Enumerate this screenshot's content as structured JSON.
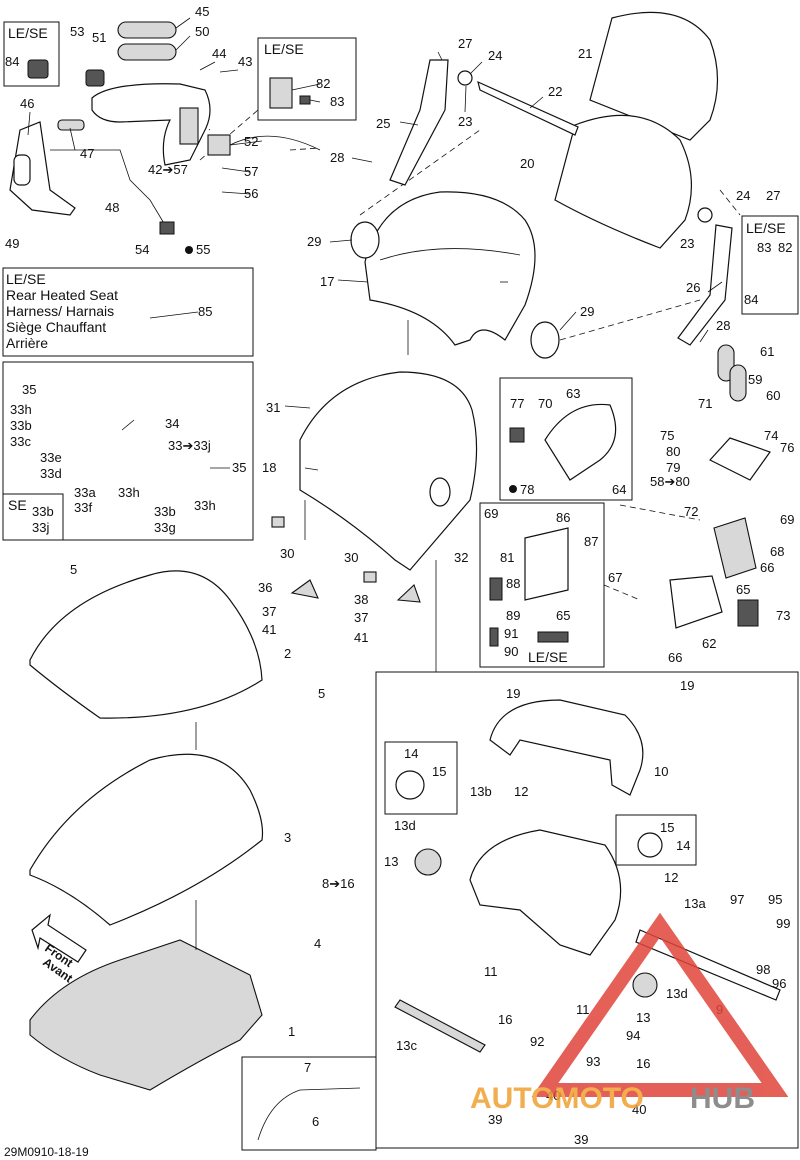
{
  "notes": {
    "le_se_a": "LE/SE",
    "le_se_b": "LE/SE",
    "le_se_c": "LE/SE",
    "le_se_d": "LE/SE",
    "harness_1": "LE/SE",
    "harness_2": "Rear Heated Seat",
    "harness_3": "Harness/ Harnais",
    "harness_4": "Siège Chauffant",
    "harness_5": "Arrière",
    "se": "SE",
    "front_en": "Front",
    "front_fr": "Avant",
    "diagram_code": "29M0910-18-19"
  },
  "watermark": {
    "part1": "AUTOMOTO",
    "part2": "HUB",
    "color1": "#f0a030",
    "color2": "#7a7a7a",
    "triangle_color": "#e0443a"
  },
  "callouts": [
    {
      "id": "c45",
      "text": "45"
    },
    {
      "id": "c50",
      "text": "50"
    },
    {
      "id": "c53",
      "text": "53"
    },
    {
      "id": "c51",
      "text": "51"
    },
    {
      "id": "c84a",
      "text": "84"
    },
    {
      "id": "c44",
      "text": "44"
    },
    {
      "id": "c43",
      "text": "43"
    },
    {
      "id": "c82a",
      "text": "82"
    },
    {
      "id": "c83a",
      "text": "83"
    },
    {
      "id": "c46",
      "text": "46"
    },
    {
      "id": "c47",
      "text": "47"
    },
    {
      "id": "c42",
      "text": "42➔57"
    },
    {
      "id": "c52",
      "text": "52"
    },
    {
      "id": "c57",
      "text": "57"
    },
    {
      "id": "c56",
      "text": "56"
    },
    {
      "id": "c48",
      "text": "48"
    },
    {
      "id": "c49",
      "text": "49"
    },
    {
      "id": "c54",
      "text": "54"
    },
    {
      "id": "c55",
      "text": "55"
    },
    {
      "id": "c27a",
      "text": "27"
    },
    {
      "id": "c24a",
      "text": "24"
    },
    {
      "id": "c21",
      "text": "21"
    },
    {
      "id": "c22",
      "text": "22"
    },
    {
      "id": "c23a",
      "text": "23"
    },
    {
      "id": "c25",
      "text": "25"
    },
    {
      "id": "c28a",
      "text": "28"
    },
    {
      "id": "c20",
      "text": "20"
    },
    {
      "id": "c24b",
      "text": "24"
    },
    {
      "id": "c27b",
      "text": "27"
    },
    {
      "id": "c23b",
      "text": "23"
    },
    {
      "id": "c83b",
      "text": "83"
    },
    {
      "id": "c82b",
      "text": "82"
    },
    {
      "id": "c84b",
      "text": "84"
    },
    {
      "id": "c26",
      "text": "26"
    },
    {
      "id": "c29a",
      "text": "29"
    },
    {
      "id": "c17",
      "text": "17"
    },
    {
      "id": "c29b",
      "text": "29"
    },
    {
      "id": "c28b",
      "text": "28"
    },
    {
      "id": "c61",
      "text": "61"
    },
    {
      "id": "c85",
      "text": "85"
    },
    {
      "id": "c35a",
      "text": "35"
    },
    {
      "id": "c33h1",
      "text": "33h"
    },
    {
      "id": "c33b1",
      "text": "33b"
    },
    {
      "id": "c33c",
      "text": "33c"
    },
    {
      "id": "c34",
      "text": "34"
    },
    {
      "id": "c33j1",
      "text": "33➔33j"
    },
    {
      "id": "c33e",
      "text": "33e"
    },
    {
      "id": "c33d",
      "text": "33d"
    },
    {
      "id": "c35b",
      "text": "35"
    },
    {
      "id": "c33a",
      "text": "33a"
    },
    {
      "id": "c33h2",
      "text": "33h"
    },
    {
      "id": "c33f",
      "text": "33f"
    },
    {
      "id": "c33h3",
      "text": "33h"
    },
    {
      "id": "c33b2",
      "text": "33b"
    },
    {
      "id": "c33j2",
      "text": "33j"
    },
    {
      "id": "c33b3",
      "text": "33b"
    },
    {
      "id": "c33g",
      "text": "33g"
    },
    {
      "id": "c31",
      "text": "31"
    },
    {
      "id": "c18",
      "text": "18"
    },
    {
      "id": "c77",
      "text": "77"
    },
    {
      "id": "c70",
      "text": "70"
    },
    {
      "id": "c63",
      "text": "63"
    },
    {
      "id": "c59",
      "text": "59"
    },
    {
      "id": "c60",
      "text": "60"
    },
    {
      "id": "c71",
      "text": "71"
    },
    {
      "id": "c74",
      "text": "74"
    },
    {
      "id": "c76",
      "text": "76"
    },
    {
      "id": "c75",
      "text": "75"
    },
    {
      "id": "c80",
      "text": "80"
    },
    {
      "id": "c79",
      "text": "79"
    },
    {
      "id": "c78",
      "text": "78"
    },
    {
      "id": "c64",
      "text": "64"
    },
    {
      "id": "c58",
      "text": "58➔80"
    },
    {
      "id": "c72",
      "text": "72"
    },
    {
      "id": "c69a",
      "text": "69"
    },
    {
      "id": "c86",
      "text": "86"
    },
    {
      "id": "c87",
      "text": "87"
    },
    {
      "id": "c69b",
      "text": "69"
    },
    {
      "id": "c68",
      "text": "68"
    },
    {
      "id": "c66a",
      "text": "66"
    },
    {
      "id": "c81",
      "text": "81"
    },
    {
      "id": "c88",
      "text": "88"
    },
    {
      "id": "c89",
      "text": "89"
    },
    {
      "id": "c65a",
      "text": "65"
    },
    {
      "id": "c67",
      "text": "67"
    },
    {
      "id": "c65b",
      "text": "65"
    },
    {
      "id": "c62",
      "text": "62"
    },
    {
      "id": "c73",
      "text": "73"
    },
    {
      "id": "c66b",
      "text": "66"
    },
    {
      "id": "c91",
      "text": "91"
    },
    {
      "id": "c90",
      "text": "90"
    },
    {
      "id": "c5a",
      "text": "5"
    },
    {
      "id": "c30a",
      "text": "30"
    },
    {
      "id": "c30b",
      "text": "30"
    },
    {
      "id": "c32",
      "text": "32"
    },
    {
      "id": "c36",
      "text": "36"
    },
    {
      "id": "c37a",
      "text": "37"
    },
    {
      "id": "c41a",
      "text": "41"
    },
    {
      "id": "c38",
      "text": "38"
    },
    {
      "id": "c37b",
      "text": "37"
    },
    {
      "id": "c41b",
      "text": "41"
    },
    {
      "id": "c2",
      "text": "2"
    },
    {
      "id": "c5b",
      "text": "5"
    },
    {
      "id": "c19a",
      "text": "19"
    },
    {
      "id": "c19b",
      "text": "19"
    },
    {
      "id": "c10",
      "text": "10"
    },
    {
      "id": "c14a",
      "text": "14"
    },
    {
      "id": "c15a",
      "text": "15"
    },
    {
      "id": "c13b",
      "text": "13b"
    },
    {
      "id": "c12a",
      "text": "12"
    },
    {
      "id": "c13da",
      "text": "13d"
    },
    {
      "id": "c15b",
      "text": "15"
    },
    {
      "id": "c14b",
      "text": "14"
    },
    {
      "id": "c3",
      "text": "3"
    },
    {
      "id": "c13a1",
      "text": "13"
    },
    {
      "id": "c8",
      "text": "8➔16"
    },
    {
      "id": "c12b",
      "text": "12"
    },
    {
      "id": "c13a",
      "text": "13a"
    },
    {
      "id": "c97",
      "text": "97"
    },
    {
      "id": "c95",
      "text": "95"
    },
    {
      "id": "c99",
      "text": "99"
    },
    {
      "id": "c4",
      "text": "4"
    },
    {
      "id": "c98",
      "text": "98"
    },
    {
      "id": "c96",
      "text": "96"
    },
    {
      "id": "c11a",
      "text": "11"
    },
    {
      "id": "c13c2",
      "text": "13"
    },
    {
      "id": "c13db",
      "text": "13d"
    },
    {
      "id": "c9",
      "text": "9"
    },
    {
      "id": "c16a",
      "text": "16"
    },
    {
      "id": "c11b",
      "text": "11"
    },
    {
      "id": "c1",
      "text": "1"
    },
    {
      "id": "c13c",
      "text": "13c"
    },
    {
      "id": "c92",
      "text": "92"
    },
    {
      "id": "c94",
      "text": "94"
    },
    {
      "id": "c7",
      "text": "7"
    },
    {
      "id": "c93",
      "text": "93"
    },
    {
      "id": "c16b",
      "text": "16"
    },
    {
      "id": "c6",
      "text": "6"
    },
    {
      "id": "c40a",
      "text": "40"
    },
    {
      "id": "c39a",
      "text": "39"
    },
    {
      "id": "c40b",
      "text": "40"
    },
    {
      "id": "c39b",
      "text": "39"
    }
  ]
}
